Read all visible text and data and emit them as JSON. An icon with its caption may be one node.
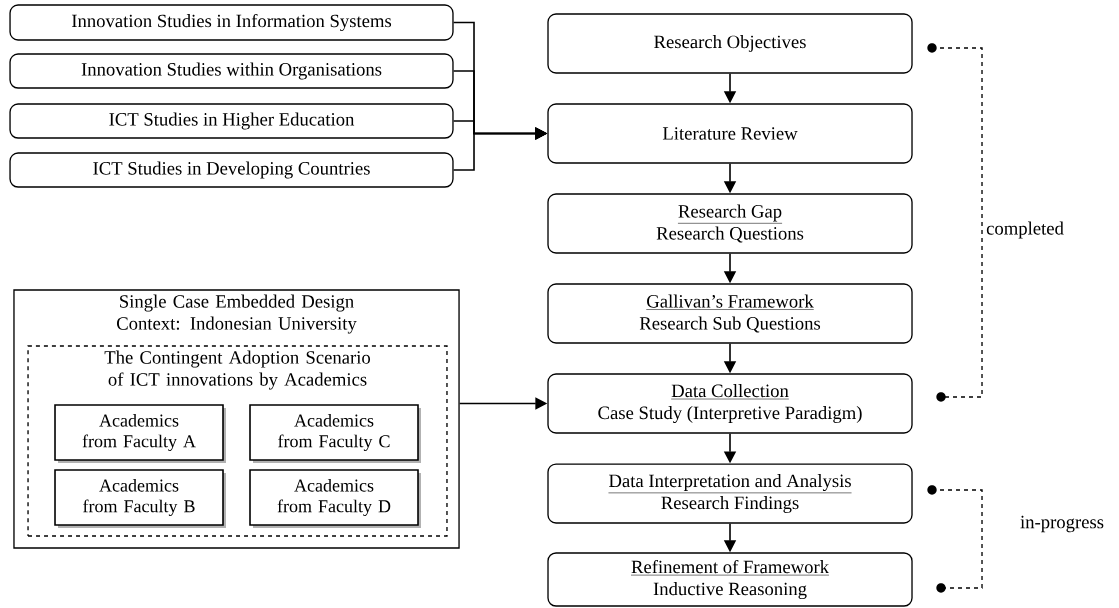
{
  "diagram": {
    "nodes": [
      {
        "text": [
          "Innovation Studies in Information Systems"
        ]
      },
      {
        "text": [
          "Innovation Studies within Organisations"
        ]
      },
      {
        "text": [
          "ICT Studies in Higher Education"
        ]
      },
      {
        "text": [
          "ICT Studies in Developing Countries"
        ]
      },
      {
        "text": [
          "Single Case Embedded Design",
          "Context: Indonesian University"
        ]
      },
      {
        "text": [
          "The Contingent Adoption Scenario of ICT innovations by Academics"
        ],
        "in": 4
      },
      {
        "text": [
          "Academics from Faculty A"
        ],
        "in": 5
      },
      {
        "text": [
          "Academics from Faculty C"
        ],
        "in": 5
      },
      {
        "text": [
          "Academics from Faculty B"
        ],
        "in": 5
      },
      {
        "text": [
          "Academics from Faculty D"
        ],
        "in": 5
      },
      {
        "text": [
          "Research Objectives"
        ]
      },
      {
        "text": [
          "Literature Review"
        ]
      },
      {
        "text": [
          "Research Gap",
          "Research Questions"
        ]
      },
      {
        "text": [
          "Gallivan’s Framework",
          "Research Sub Questions"
        ]
      },
      {
        "text": [
          "Data Collection",
          "Case Study (Interpretive Paradigm)"
        ]
      },
      {
        "text": [
          "Data Interpretation and Analysis",
          "Research Findings"
        ]
      },
      {
        "text": [
          "Refinement of Framework",
          "Inductive Reasoning"
        ]
      }
    ],
    "edges": [
      {
        "from": 0,
        "to": 11,
        "arrow": "to"
      },
      {
        "from": 1,
        "to": 11,
        "arrow": "to"
      },
      {
        "from": 2,
        "to": 11,
        "arrow": "to"
      },
      {
        "from": 3,
        "to": 11,
        "arrow": "to"
      },
      {
        "from": 4,
        "to": 14,
        "arrow": "to"
      },
      {
        "from": 10,
        "to": 11,
        "arrow": "to"
      },
      {
        "from": 11,
        "to": 12,
        "arrow": "to"
      },
      {
        "from": 12,
        "to": 13,
        "arrow": "to"
      },
      {
        "from": 13,
        "to": 14,
        "arrow": "to"
      },
      {
        "from": 14,
        "to": 15,
        "arrow": "to"
      },
      {
        "from": 15,
        "to": 16,
        "arrow": "to"
      }
    ],
    "labels": [
      "completed",
      "in-progress"
    ]
  }
}
